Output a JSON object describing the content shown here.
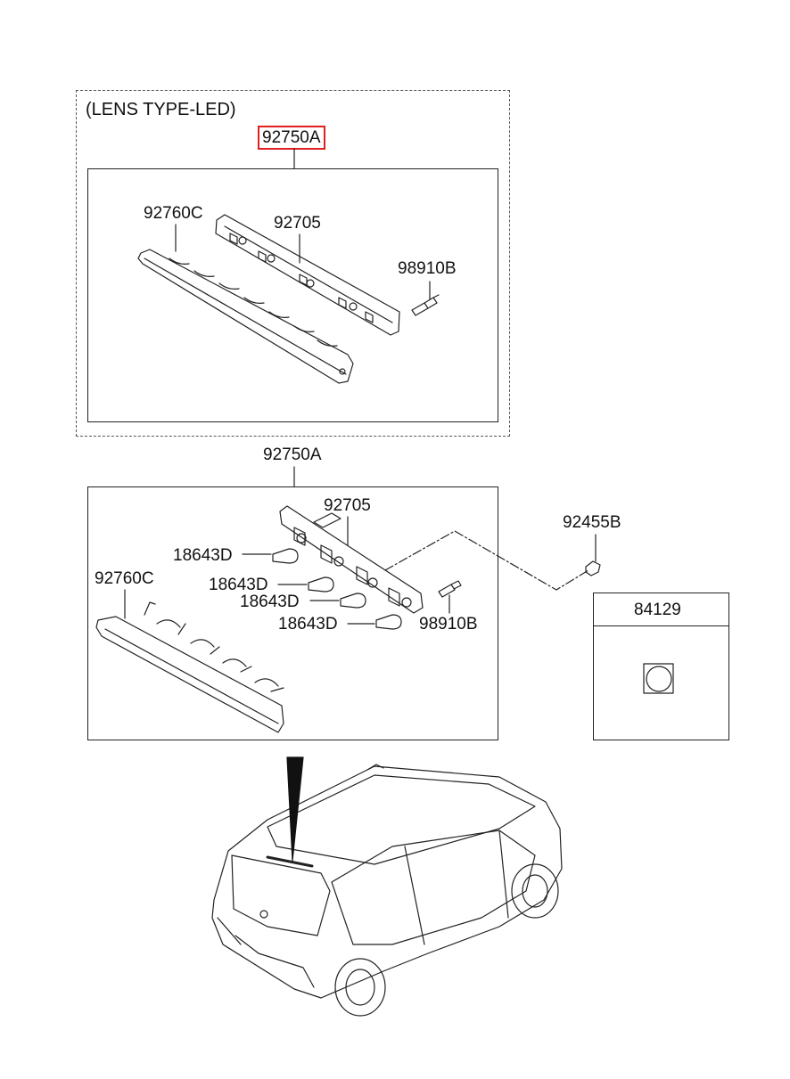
{
  "lens_led_group": {
    "title": "(LENS TYPE-LED)",
    "assembly_part": "92750A",
    "parts": {
      "lens": "92760C",
      "housing": "92705",
      "socket": "98910B"
    }
  },
  "bulb_group": {
    "assembly_part": "92750A",
    "parts": {
      "lens": "92760C",
      "housing": "92705",
      "bulb_1": "18643D",
      "bulb_2": "18643D",
      "bulb_3": "18643D",
      "bulb_4": "18643D",
      "socket": "98910B"
    }
  },
  "connector": "92455B",
  "plug_box": {
    "part": "84129"
  },
  "colors": {
    "highlight": "#e02020",
    "line": "#222222"
  }
}
